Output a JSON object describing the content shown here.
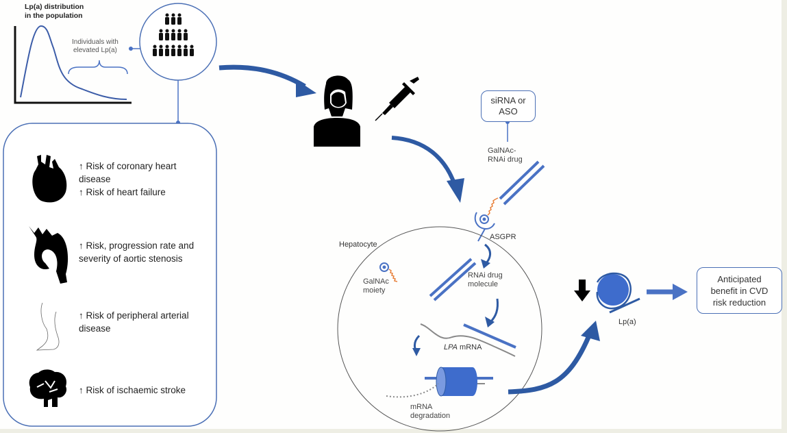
{
  "distribution": {
    "title_line1": "Lp(a) distribution",
    "title_line2": "in the population",
    "elevated_line1": "Individuals with",
    "elevated_line2": "elevated Lp(a)"
  },
  "risks": [
    {
      "icon": "heart-icon",
      "lines": [
        "↑ Risk of coronary heart",
        "disease",
        "↑ Risk of heart failure"
      ]
    },
    {
      "icon": "aorta-icon",
      "lines": [
        "↑ Risk, progression rate and",
        "severity of aortic stenosis"
      ]
    },
    {
      "icon": "leg-icon",
      "lines": [
        "↑ Risk of peripheral arterial",
        "disease"
      ]
    },
    {
      "icon": "brain-icon",
      "lines": [
        "↑ Risk of ischaemic stroke"
      ]
    }
  ],
  "drug": {
    "box_line1": "siRNA or",
    "box_line2": "ASO",
    "galnac_rnai_line1": "GalNAc-",
    "galnac_rnai_line2": "RNAi drug",
    "asgpr": "ASGPR"
  },
  "hepatocyte": {
    "label": "Hepatocyte",
    "galnac_line1": "GalNAc",
    "galnac_line2": "moiety",
    "rnai_line1": "RNAi drug",
    "rnai_line2": "molecule",
    "mrna_italic": "LPA",
    "mrna_rest": " mRNA",
    "degradation_line1": "mRNA",
    "degradation_line2": "degradation"
  },
  "outcome": {
    "lpa_label": "Lp(a)",
    "benefit_line1": "Anticipated",
    "benefit_line2": "benefit in CVD",
    "benefit_line3": "risk reduction"
  },
  "colors": {
    "arrow_blue": "#2e5aa3",
    "line_blue": "#4a72c4",
    "orange": "#e8803a",
    "grey_strand": "#888888"
  }
}
